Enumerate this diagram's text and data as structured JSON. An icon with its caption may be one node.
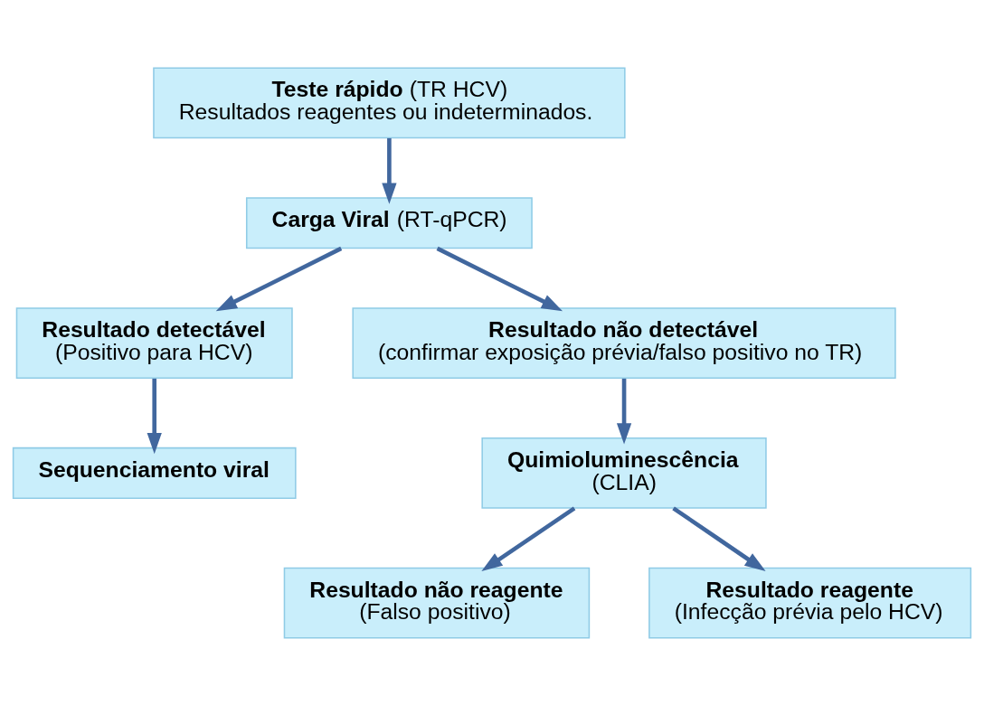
{
  "diagram": {
    "nodes": [
      {
        "text": [
          "**Teste rápido** (TR HCV)",
          "Resultados reagentes ou indeterminados."
        ]
      },
      {
        "text": [
          "**Carga Viral** (RT-qPCR)"
        ]
      },
      {
        "text": [
          "**Resultado detectável**",
          "(Positivo para HCV)"
        ]
      },
      {
        "text": [
          "**Resultado não detectável**",
          "(confirmar exposição prévia/falso positivo no TR)"
        ]
      },
      {
        "text": [
          "**Sequenciamento viral**"
        ]
      },
      {
        "text": [
          "**Quimioluminescência**",
          "(CLIA)"
        ]
      },
      {
        "text": [
          "**Resultado não reagente**",
          "(Falso positivo)"
        ]
      },
      {
        "text": [
          "**Resultado reagente**",
          "(Infecção prévia pelo HCV)"
        ]
      }
    ],
    "edges": [
      {
        "from": 0,
        "to": 1,
        "arrow": "to"
      },
      {
        "from": 1,
        "to": 2,
        "arrow": "to"
      },
      {
        "from": 1,
        "to": 3,
        "arrow": "to"
      },
      {
        "from": 2,
        "to": 4,
        "arrow": "to"
      },
      {
        "from": 3,
        "to": 5,
        "arrow": "to"
      },
      {
        "from": 5,
        "to": 6,
        "arrow": "to"
      },
      {
        "from": 5,
        "to": 7,
        "arrow": "to"
      }
    ]
  }
}
